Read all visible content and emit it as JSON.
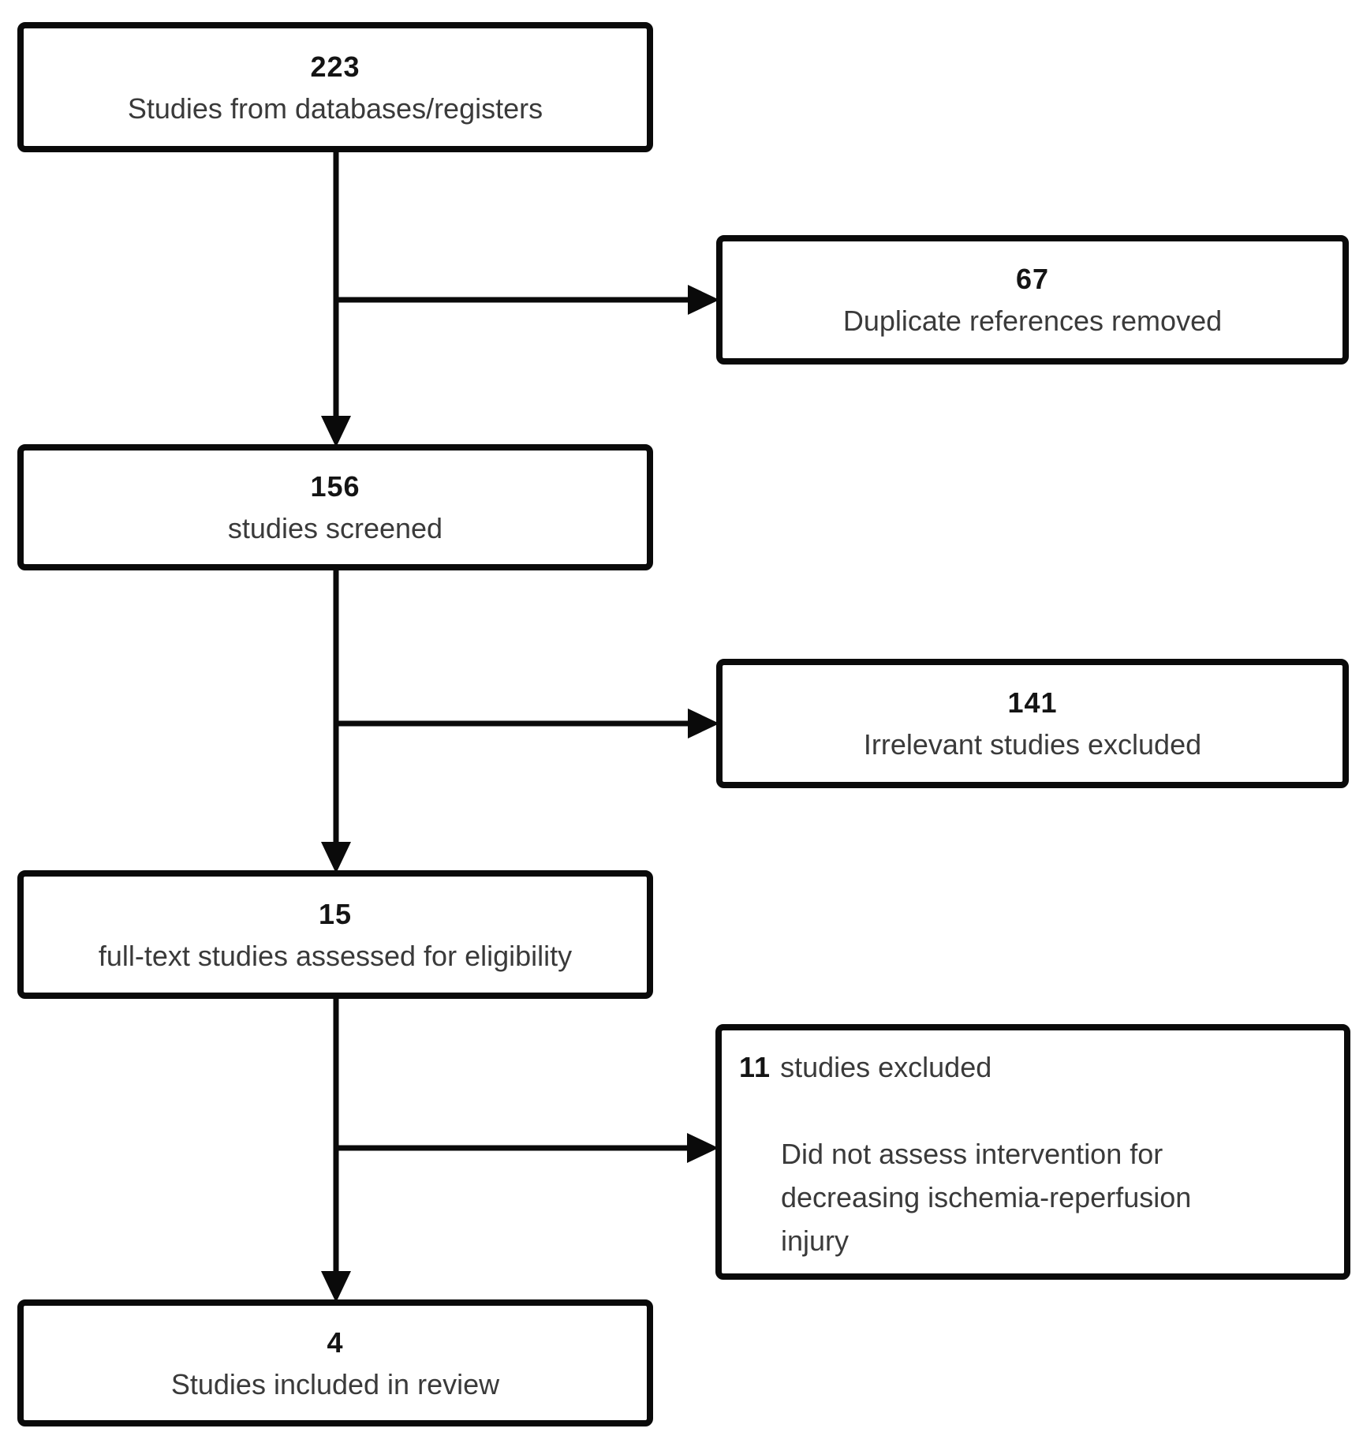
{
  "flowchart": {
    "boxes": {
      "databases": {
        "count": "223",
        "label": "Studies from databases/registers"
      },
      "duplicates": {
        "count": "67",
        "label": "Duplicate references removed"
      },
      "screened": {
        "count": "156",
        "label": "studies screened"
      },
      "irrelevant": {
        "count": "141",
        "label": "Irrelevant studies excluded"
      },
      "fulltext": {
        "count": "15",
        "label": "full-text studies assessed for eligibility"
      },
      "excluded": {
        "count": "11",
        "label": "studies excluded",
        "reason": "Did not assess intervention for decreasing ischemia-reperfusion injury"
      },
      "included": {
        "count": "4",
        "label": "Studies included in review"
      }
    },
    "colors": {
      "border": "#0a0a0a",
      "arrow": "#0a0a0a",
      "number_text": "#141414",
      "label_text": "#3a3a3a",
      "background": "#ffffff"
    }
  }
}
